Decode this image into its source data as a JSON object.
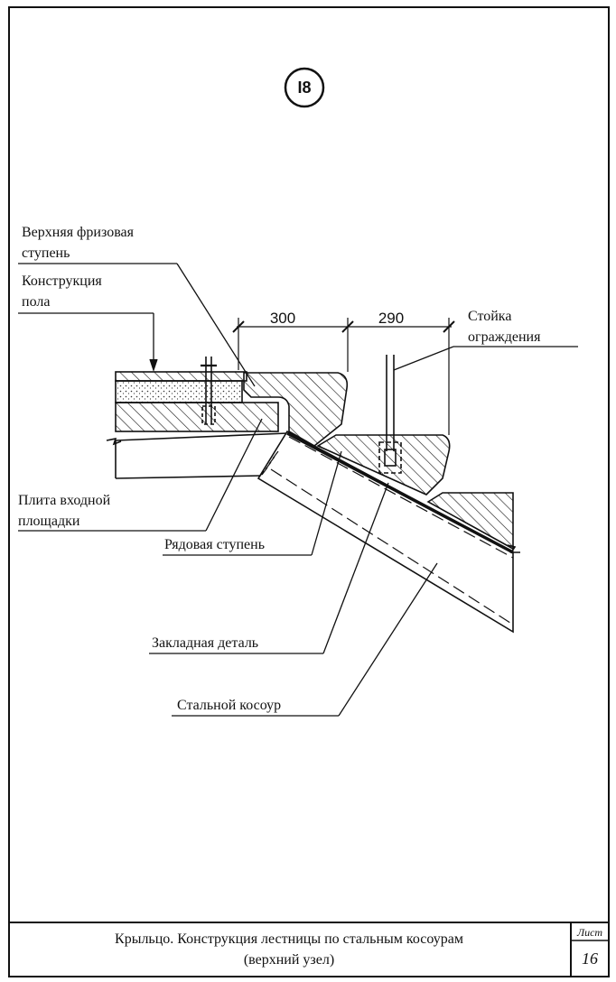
{
  "node_number": "I8",
  "labels": {
    "upper_frieze_step_1": "Верхняя фризовая",
    "upper_frieze_step_2": "ступень",
    "floor_construction_1": "Конструкция",
    "floor_construction_2": "пола",
    "railing_post_1": "Стойка",
    "railing_post_2": "ограждения",
    "entrance_slab_1": "Плита входной",
    "entrance_slab_2": "площадки",
    "ordinary_step": "Рядовая ступень",
    "embedded_part": "Закладная деталь",
    "steel_stringer": "Стальной косоур"
  },
  "dimensions": {
    "dim_1": "300",
    "dim_2": "290"
  },
  "title_block": {
    "title_line_1": "Крыльцо. Конструкция лестницы по стальным косоурам",
    "title_line_2": "(верхний узел)",
    "sheet_label": "Лист",
    "sheet_number": "16"
  }
}
